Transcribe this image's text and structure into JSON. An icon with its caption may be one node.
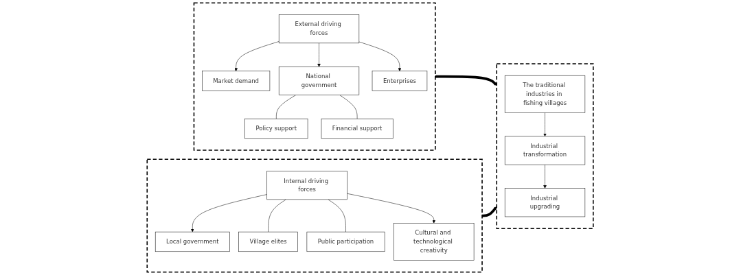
{
  "diagram": {
    "nodes": [
      {
        "text": [],
        "shape": "box"
      },
      {
        "text": [
          "External driving forces"
        ],
        "in": 0
      },
      {
        "text": [
          "Market demand"
        ],
        "in": 0
      },
      {
        "text": [
          "National government"
        ],
        "in": 0
      },
      {
        "text": [
          "Policy support"
        ],
        "in": 0
      },
      {
        "text": [
          "Financial support"
        ],
        "in": 0
      },
      {
        "text": [
          "Enterprises"
        ],
        "in": 0
      },
      {
        "text": [],
        "shape": "box"
      },
      {
        "text": [
          "The traditional industries in fishing villages"
        ],
        "in": 7
      },
      {
        "text": [
          "Industrial transformation"
        ],
        "in": 7
      },
      {
        "text": [
          "Industrial upgrading"
        ],
        "in": 7
      },
      {
        "text": [],
        "shape": "box"
      },
      {
        "text": [
          "Local government"
        ],
        "in": 11
      },
      {
        "text": [
          "Village elites"
        ],
        "in": 11
      },
      {
        "text": [
          "Public participation"
        ],
        "in": 11
      },
      {
        "text": [
          "Cultural and technological creativity"
        ],
        "in": 11
      },
      {
        "text": [
          "Internal driving forces"
        ],
        "in": 11
      }
    ],
    "edges": [
      {
        "from": 1,
        "to": 2,
        "arrow": "to"
      },
      {
        "from": 1,
        "to": 3,
        "arrow": "to"
      },
      {
        "from": 1,
        "to": 6,
        "arrow": "to"
      },
      {
        "from": 3,
        "to": 4,
        "arrow": "none"
      },
      {
        "from": 3,
        "to": 5,
        "arrow": "none"
      },
      {
        "from": 8,
        "to": 9,
        "arrow": "to"
      },
      {
        "from": 9,
        "to": 10,
        "arrow": "to"
      },
      {
        "from": 16,
        "to": 12,
        "arrow": "to"
      },
      {
        "from": 16,
        "to": 13,
        "arrow": "none"
      },
      {
        "from": 16,
        "to": 14,
        "arrow": "none"
      },
      {
        "from": 16,
        "to": 15,
        "arrow": "to"
      },
      {
        "from": 0,
        "to": 7,
        "arrow": "to",
        "style": "thick"
      },
      {
        "from": 11,
        "to": 7,
        "arrow": "to",
        "style": "thick"
      }
    ]
  }
}
